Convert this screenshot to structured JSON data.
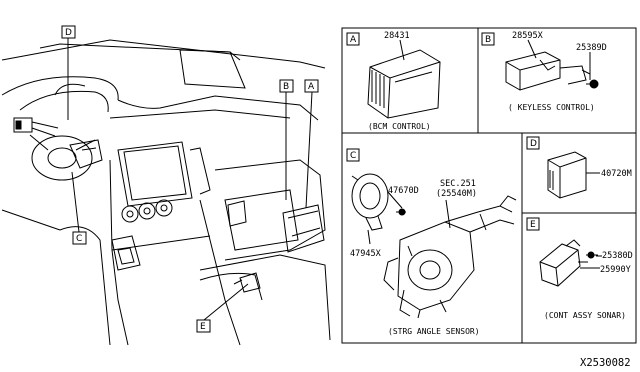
{
  "callouts": {
    "a": "A",
    "b": "B",
    "c": "C",
    "d": "D",
    "e": "E"
  },
  "panels": {
    "a": {
      "letter": "A",
      "part1": "28431",
      "caption": "(BCM CONTROL)"
    },
    "b": {
      "letter": "B",
      "part1": "28595X",
      "part2": "25389D",
      "caption": "( KEYLESS CONTROL)"
    },
    "c": {
      "letter": "C",
      "part1": "47670D",
      "part2": "47945X",
      "sec1": "SEC.251",
      "sec2": "(25540M)",
      "caption": "(STRG ANGLE SENSOR)"
    },
    "d": {
      "letter": "D",
      "part1": "40720M"
    },
    "e": {
      "letter": "E",
      "part1": "25380D",
      "part2": "25990Y",
      "caption": "(CONT ASSY SONAR)"
    }
  },
  "reference": "X2530082"
}
